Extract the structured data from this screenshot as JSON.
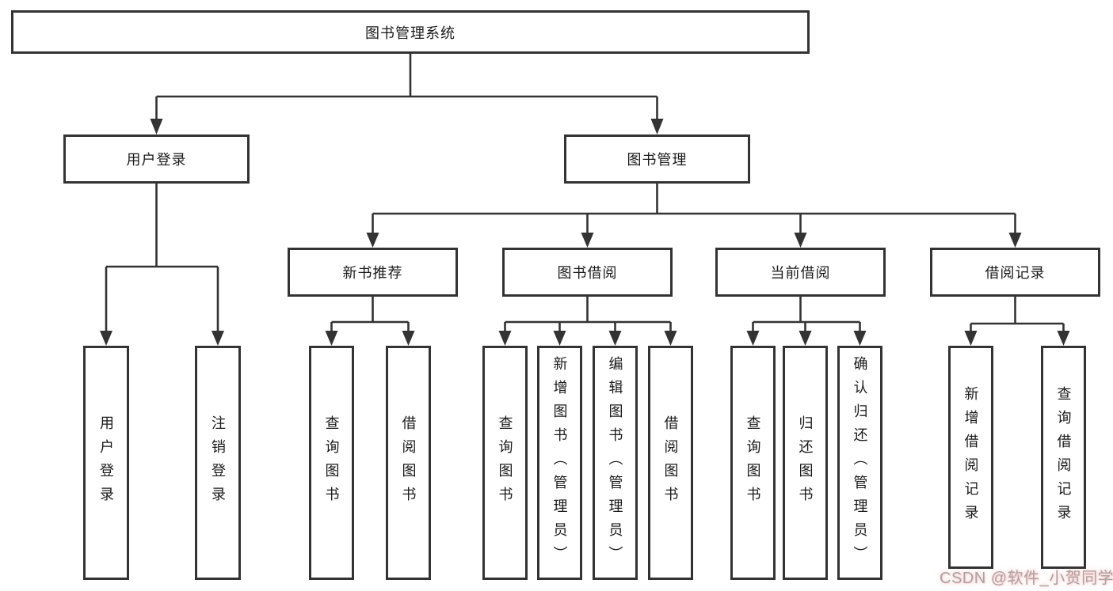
{
  "colors": {
    "line": "#333333",
    "text": "#1a1a1a",
    "box_background": "#ffffff",
    "watermark_grey": "#a8a5a5",
    "watermark_pink_glow": "#ff8282"
  },
  "tree": {
    "root": {
      "label": "图书管理系统"
    },
    "children": [
      {
        "label": "用户登录",
        "children": [
          "用户登录",
          "注销登录"
        ]
      },
      {
        "label": "图书管理",
        "children": [
          {
            "label": "新书推荐",
            "children": [
              "查询图书",
              "借阅图书"
            ]
          },
          {
            "label": "图书借阅",
            "children": [
              "查询图书",
              "新增图书（管理员）",
              "编辑图书（管理员）",
              "借阅图书"
            ]
          },
          {
            "label": "当前借阅",
            "children": [
              "查询图书",
              "归还图书",
              "确认归还（管理员）"
            ]
          },
          {
            "label": "借阅记录",
            "children": [
              "新增借阅记录",
              "查询借阅记录"
            ]
          }
        ]
      }
    ]
  },
  "watermark": {
    "text": "CSDN @软件_小贺同学"
  }
}
